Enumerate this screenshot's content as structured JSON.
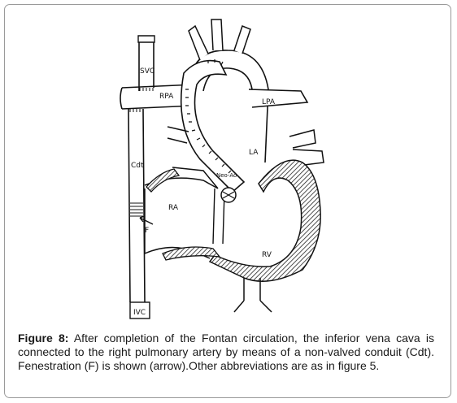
{
  "figure": {
    "labels": {
      "svc": "SVC",
      "rpa": "RPA",
      "lpa": "LPA",
      "la": "LA",
      "ra": "RA",
      "rv": "RV",
      "cdt": "Cdt",
      "neo_ao": "Neo-Ao",
      "f": "F",
      "ivc": "IVC"
    }
  },
  "caption": {
    "label": "Figure 8:",
    "text": " After completion of the Fontan circulation, the inferior vena cava is connected to the right pulmonary artery by means of a non-valved conduit (Cdt). Fenestration (F) is shown (arrow).Other abbreviations are as in figure 5."
  }
}
